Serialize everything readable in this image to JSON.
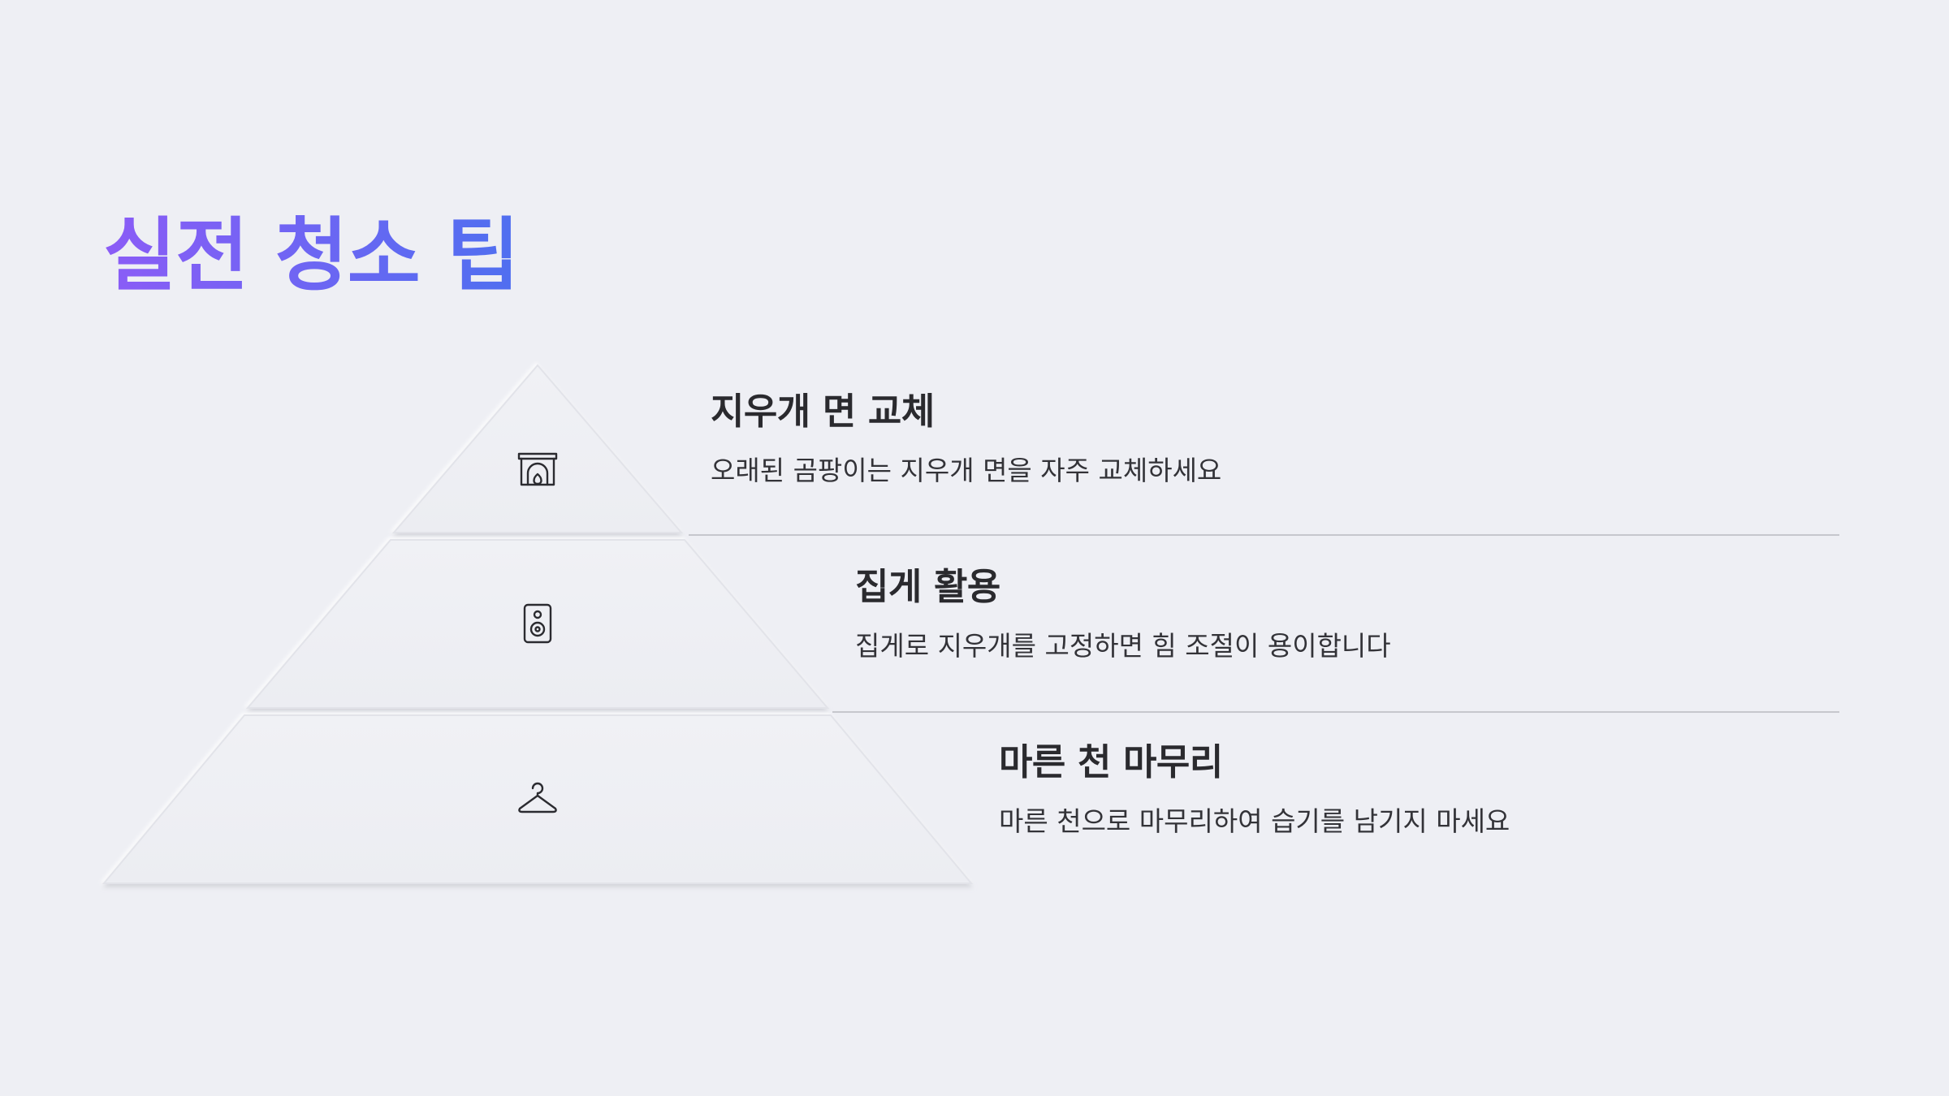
{
  "slide": {
    "title": "실전 청소 팁",
    "accent_gradient": [
      "#8b5cf6",
      "#4f6ff0"
    ],
    "background": "#eeeff4"
  },
  "tiers": [
    {
      "icon": "fireplace-icon",
      "title": "지우개 면 교체",
      "description": "오래된 곰팡이는 지우개 면을 자주 교체하세요"
    },
    {
      "icon": "speaker-icon",
      "title": "집게 활용",
      "description": "집게로 지우개를 고정하면 힘 조절이 용이합니다"
    },
    {
      "icon": "hanger-icon",
      "title": "마른 천 마무리",
      "description": "마른 천으로 마무리하여 습기를 남기지 마세요"
    }
  ]
}
